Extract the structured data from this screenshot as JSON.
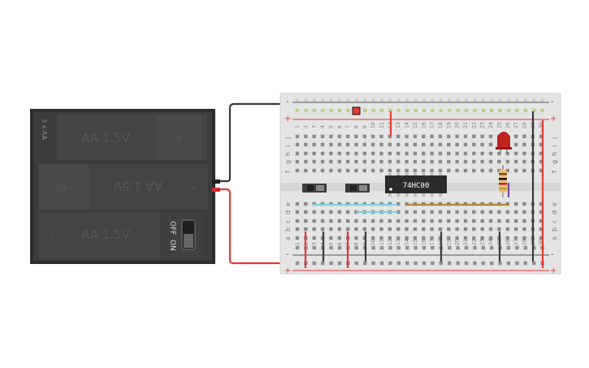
{
  "battery": {
    "label": "3 x AA",
    "cells": [
      "AA 1.5V",
      "AA 1.5V",
      "AA 1.5V"
    ],
    "plus": "+",
    "minus": "-",
    "switch_off": "OFF",
    "switch_on": "ON"
  },
  "breadboard": {
    "rail_plus": "+",
    "rail_minus": "-",
    "row_letters_top": [
      "j",
      "i",
      "h",
      "g",
      "f"
    ],
    "row_letters_bottom": [
      "e",
      "d",
      "c",
      "b",
      "a"
    ],
    "column_numbers": [
      "1",
      "2",
      "3",
      "4",
      "5",
      "6",
      "7",
      "8",
      "9",
      "10",
      "11",
      "12",
      "13",
      "14",
      "15",
      "16",
      "17",
      "18",
      "19",
      "20",
      "21",
      "22",
      "23",
      "24",
      "25",
      "26",
      "27",
      "28",
      "29",
      "30"
    ]
  },
  "ic": {
    "label": "74HC00"
  },
  "colors": {
    "wire_red": "#e53935",
    "wire_black": "#3a3a3a",
    "wire_blue": "#7fd0e6",
    "wire_brown": "#b08040",
    "rail_hole_green": "#b5d67a",
    "led": "#c0241e",
    "board": "#e6e6e6",
    "battery_body": "#3b3b3b"
  }
}
